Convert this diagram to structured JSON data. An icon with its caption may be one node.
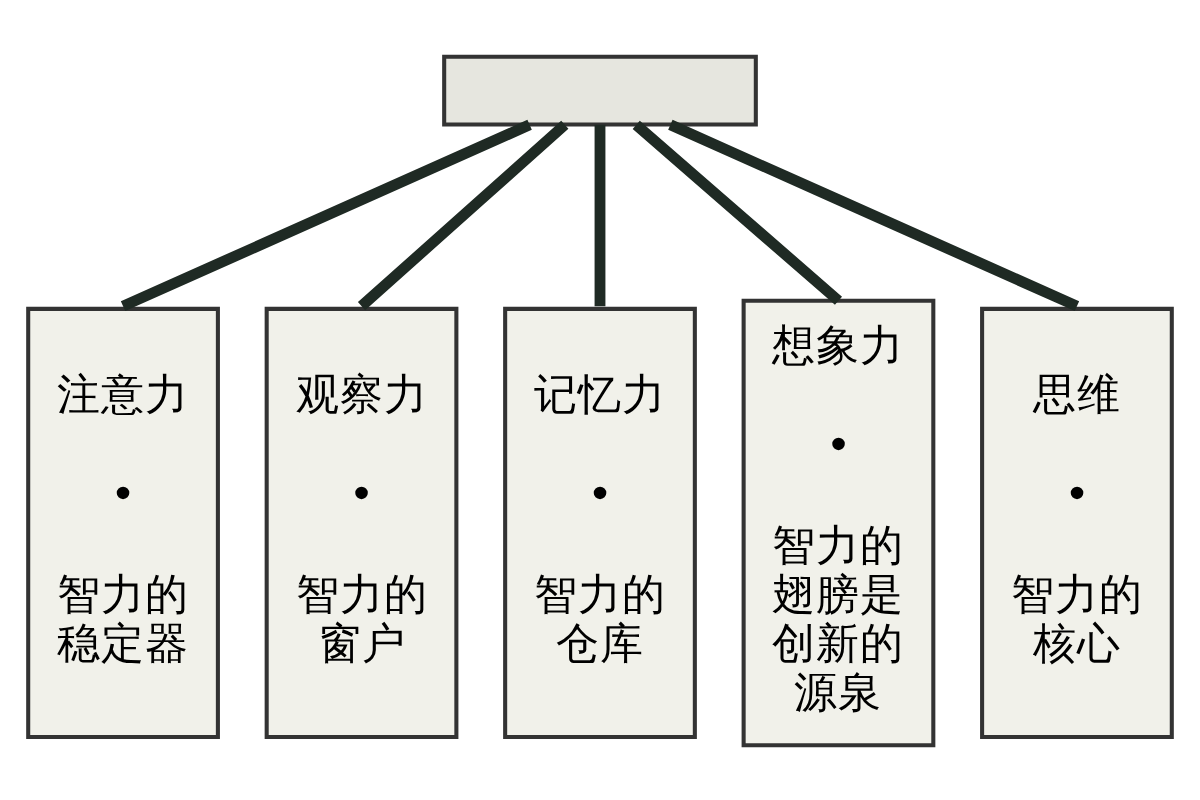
{
  "diagram": {
    "nodes": [
      {
        "text": [],
        "shape": "box"
      },
      {
        "text": [
          "注意力",
          "•",
          "智力的稳定器"
        ]
      },
      {
        "text": [
          "观察力",
          "•",
          "智力的窗户"
        ]
      },
      {
        "text": [
          "记忆力",
          "•",
          "智力的仓库"
        ]
      },
      {
        "text": [
          "想象力",
          "•",
          "智力的翅膀是创新的源泉"
        ]
      },
      {
        "text": [
          "思维",
          "•",
          "智力的核心"
        ]
      }
    ],
    "edges": [
      {
        "from": 0,
        "to": 1,
        "arrow": "none"
      },
      {
        "from": 0,
        "to": 2,
        "arrow": "none"
      },
      {
        "from": 0,
        "to": 3,
        "arrow": "none"
      },
      {
        "from": 0,
        "to": 4,
        "arrow": "none"
      },
      {
        "from": 0,
        "to": 5,
        "arrow": "none"
      }
    ]
  }
}
